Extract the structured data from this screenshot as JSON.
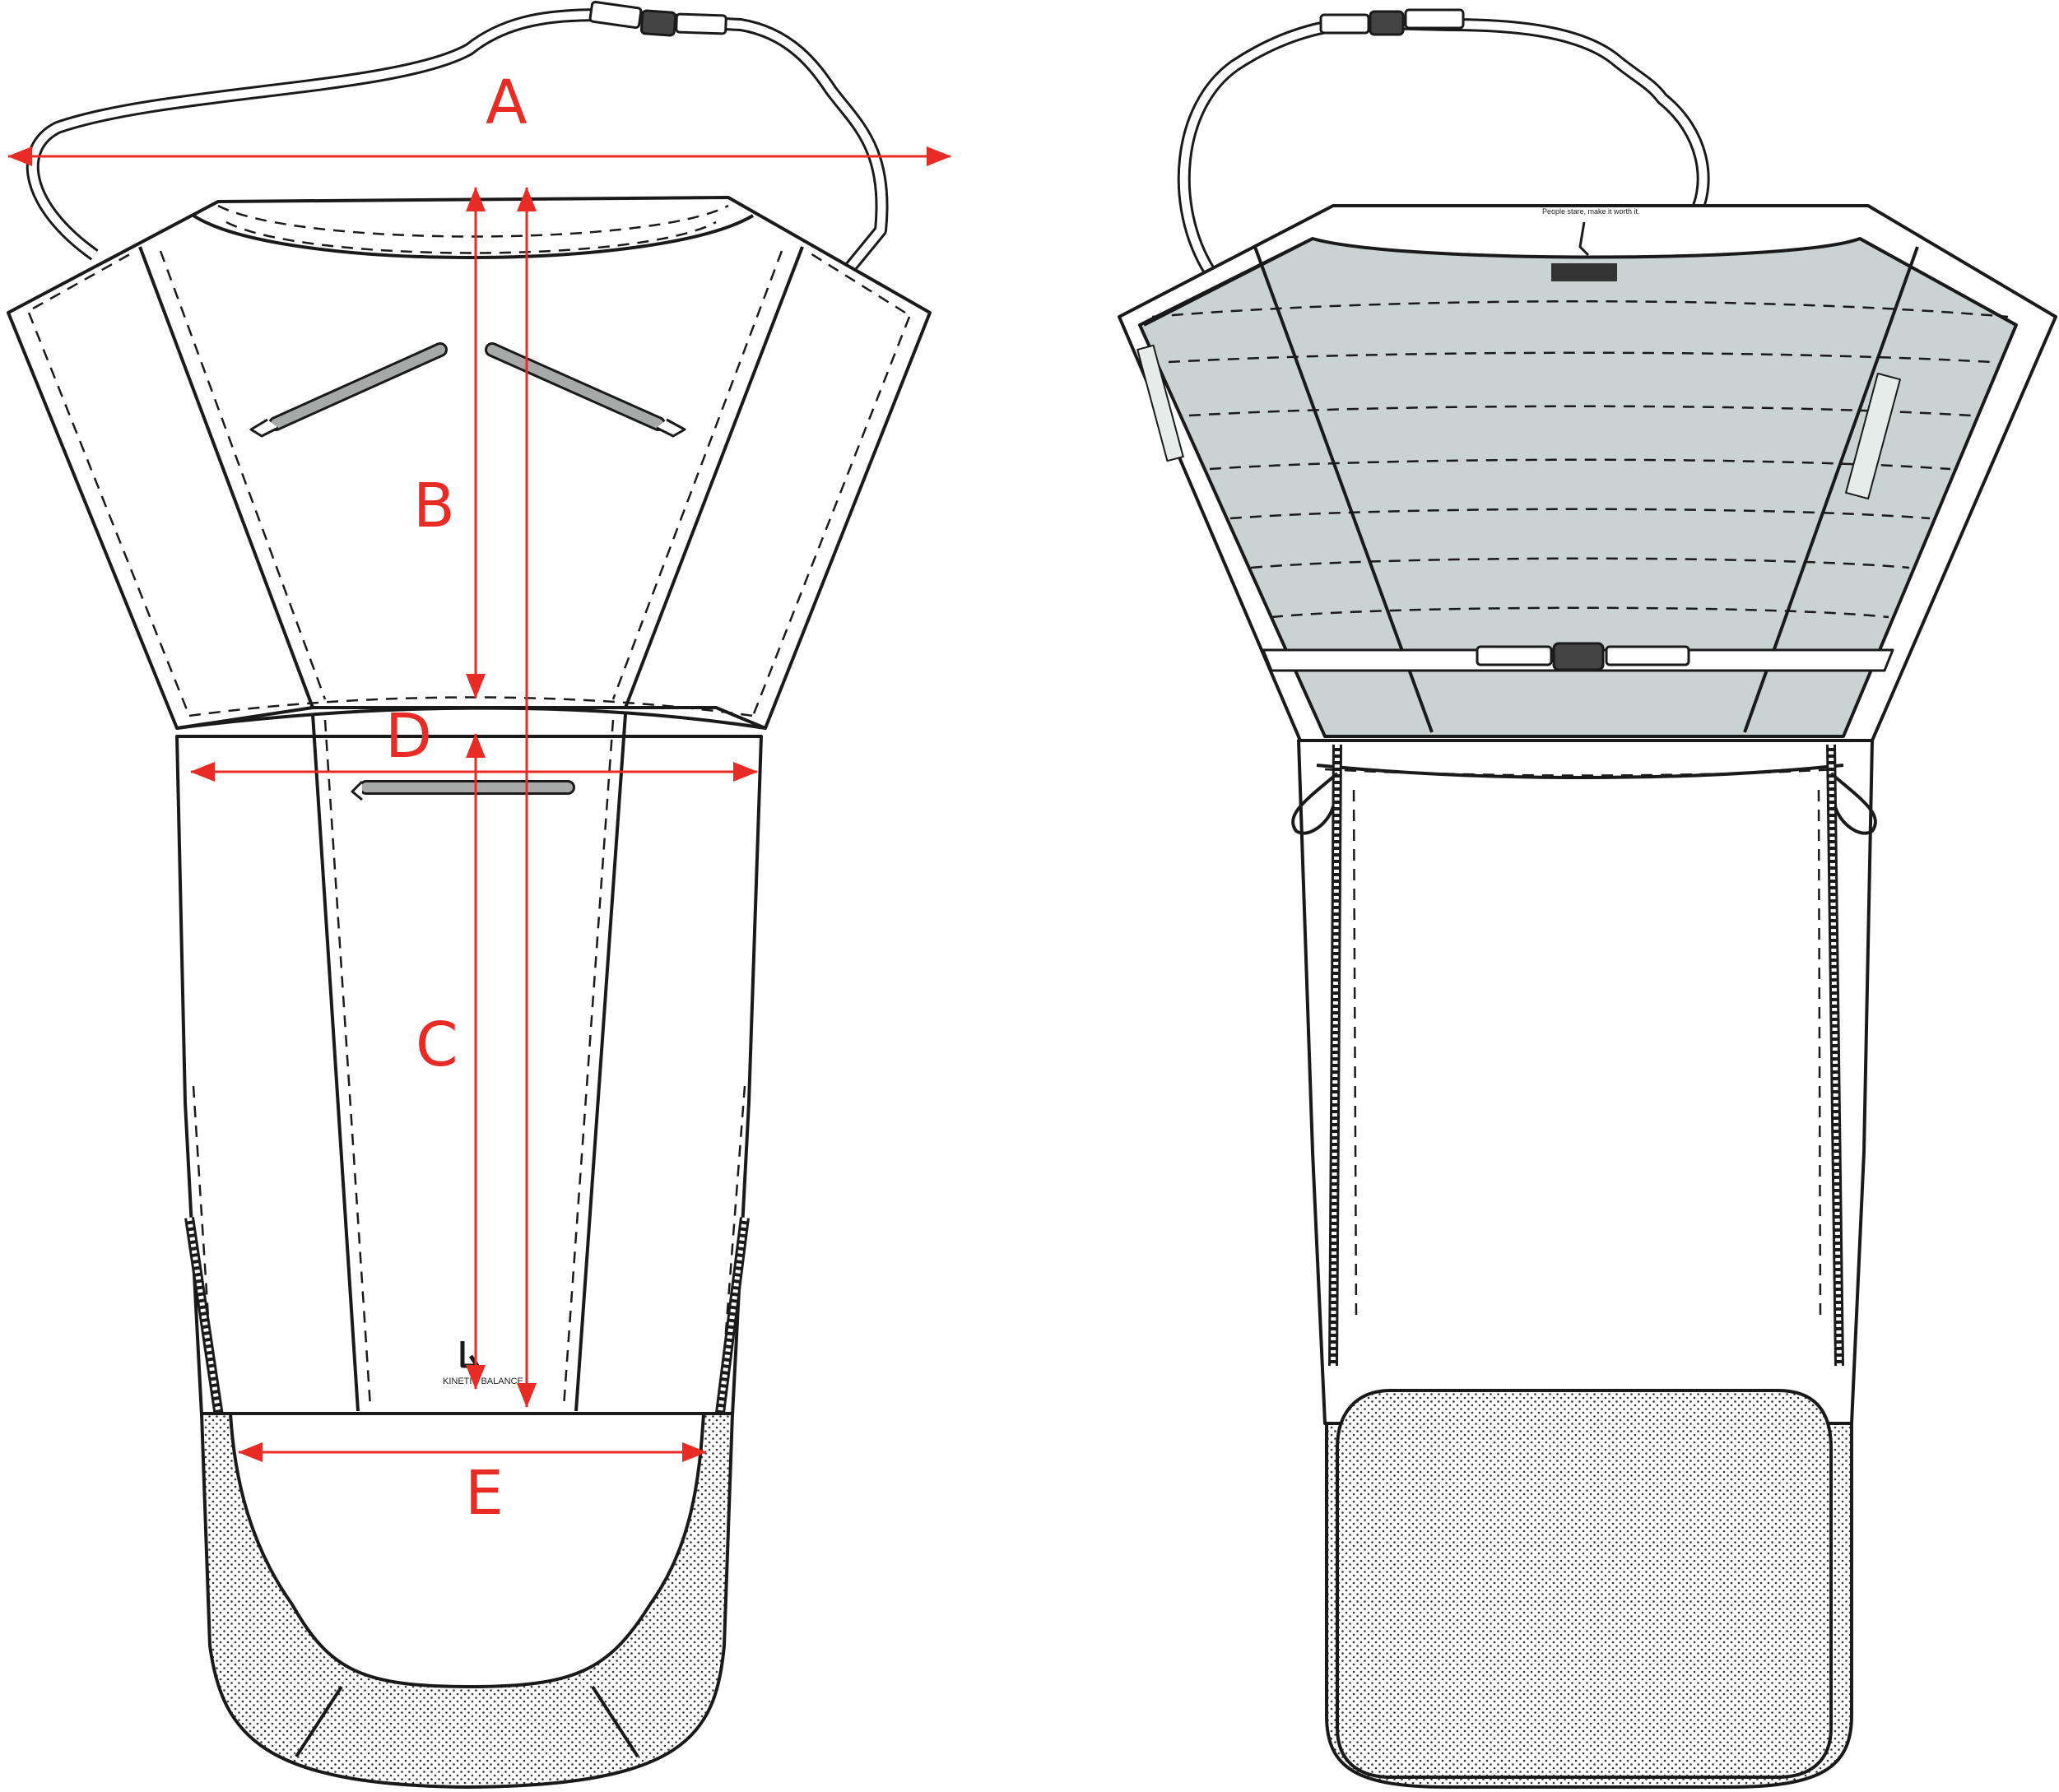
{
  "labels": {
    "dim_a": "A",
    "dim_b": "B",
    "dim_c": "C",
    "dim_d": "D",
    "dim_e": "E"
  },
  "brand": {
    "name": "KINETIC BALANCE",
    "slogan": "People stare, make it worth it."
  },
  "colors": {
    "dimension": "#e82b24",
    "outline": "#1a1a1a",
    "lining": "#c9d3d1",
    "zipper": "#a7a9a8",
    "background": "#ffffff"
  },
  "views": {
    "front": "front-view",
    "back": "back-view"
  }
}
